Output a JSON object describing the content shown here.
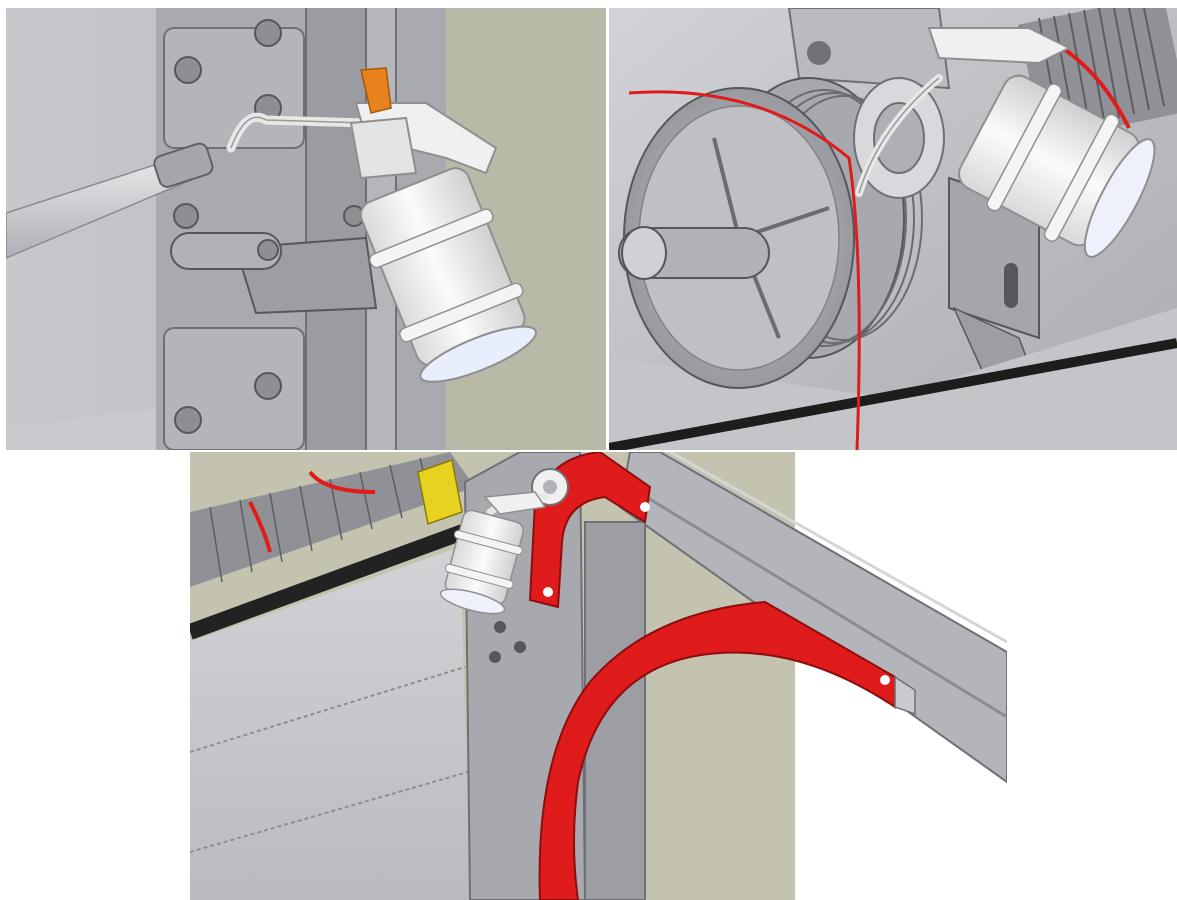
{
  "figure": {
    "panels": [
      {
        "id": "panel-hinge-oiling",
        "subject": "oil-can-at-door-hinge"
      },
      {
        "id": "panel-cable-drum-oiling",
        "subject": "oil-can-at-cable-drum-bearing"
      },
      {
        "id": "panel-track-oiling",
        "subject": "oil-can-at-curved-track-roller"
      }
    ],
    "colors": {
      "highlight_red": "#e01b1b",
      "metal_grey": "#b9bbc0",
      "dark_grey": "#7d8086",
      "wall_beige": "#b8b8a6",
      "oil_can_white": "#f2f2f2",
      "nozzle_orange": "#e8821e",
      "warning_yellow": "#e6d21f"
    }
  }
}
